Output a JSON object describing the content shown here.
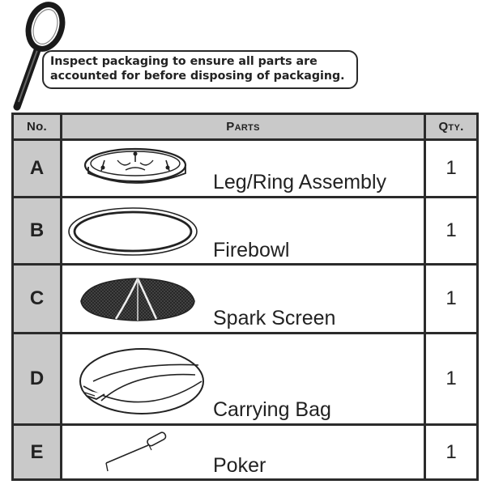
{
  "notice": {
    "line1": "Inspect packaging to ensure all parts are",
    "line2": "accounted for before disposing of packaging."
  },
  "table": {
    "headers": {
      "no": "No.",
      "parts": "Parts",
      "qty": "Qty."
    },
    "rows": [
      {
        "no": "A",
        "name": "Leg/Ring Assembly",
        "qty": "1",
        "icon": "leg-ring-assembly-icon"
      },
      {
        "no": "B",
        "name": "Firebowl",
        "qty": "1",
        "icon": "firebowl-icon"
      },
      {
        "no": "C",
        "name": "Spark Screen",
        "qty": "1",
        "icon": "spark-screen-icon"
      },
      {
        "no": "D",
        "name": "Carrying Bag",
        "qty": "1",
        "icon": "carrying-bag-icon"
      },
      {
        "no": "E",
        "name": "Poker",
        "qty": "1",
        "icon": "poker-icon"
      }
    ]
  }
}
